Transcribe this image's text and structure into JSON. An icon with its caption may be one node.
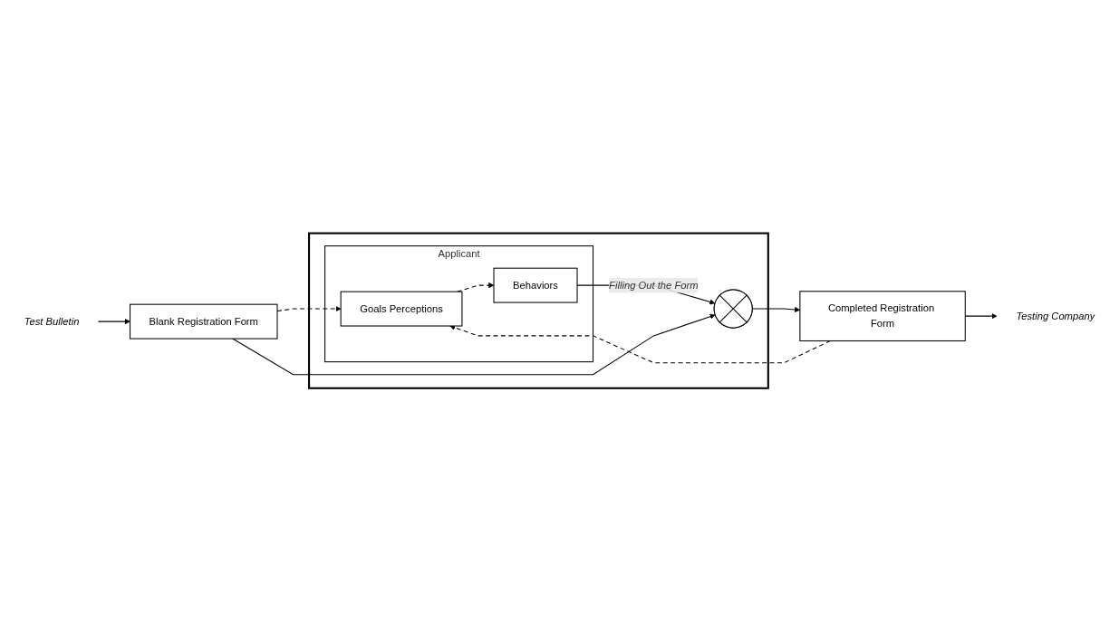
{
  "diagram": {
    "nodes": [
      {
        "text": [],
        "shape": "box"
      },
      {
        "text": [
          "Test Bulletin"
        ]
      },
      {
        "text": [
          "Blank Registration Form"
        ]
      },
      {
        "text": [
          "Applicant"
        ],
        "in": 0
      },
      {
        "text": [
          "Goals Perceptions"
        ],
        "in": 3
      },
      {
        "text": [
          "Behaviors"
        ],
        "in": 3
      },
      {
        "text": [],
        "shape": "circle",
        "in": 0
      },
      {
        "text": [
          "Completed Registration Form"
        ]
      },
      {
        "text": [
          "Testing Company"
        ]
      }
    ],
    "edges": [
      {
        "from": 1,
        "to": 2,
        "arrow": "to"
      },
      {
        "from": 2,
        "to": 4,
        "arrow": "to",
        "style": "dashed"
      },
      {
        "from": 7,
        "to": 4,
        "arrow": "to",
        "style": "dashed"
      },
      {
        "from": 4,
        "to": 5,
        "arrow": "to",
        "style": "dashed"
      },
      {
        "from": 5,
        "to": 6,
        "arrow": "to",
        "label": "Filling Out the Form"
      },
      {
        "from": 2,
        "to": 6,
        "arrow": "to"
      },
      {
        "from": 6,
        "to": 7,
        "arrow": "to"
      },
      {
        "from": 7,
        "to": 8,
        "arrow": "to"
      }
    ]
  }
}
